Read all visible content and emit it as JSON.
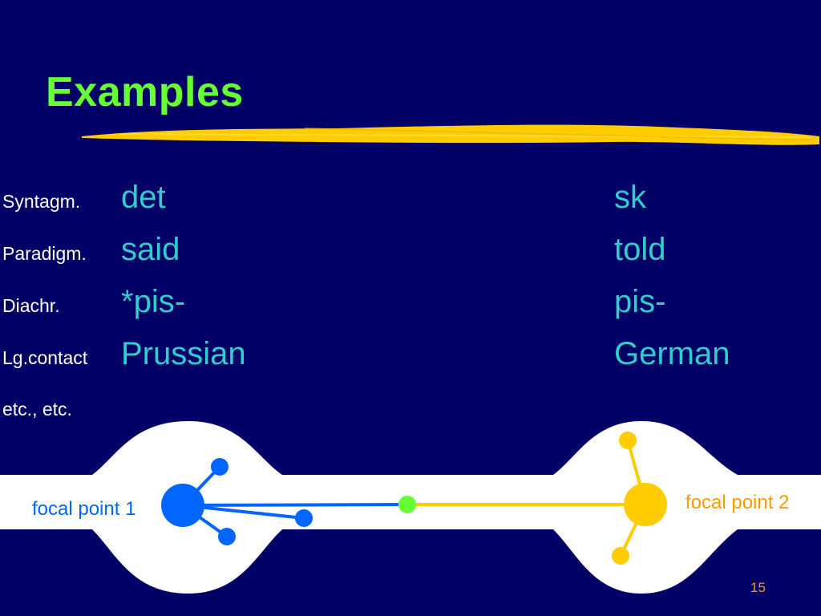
{
  "slide": {
    "title": "Examples",
    "rows": [
      {
        "label": "Syntagm.",
        "left": "det",
        "right": "sk"
      },
      {
        "label": "Paradigm.",
        "left": "said",
        "right": "told"
      },
      {
        "label": "Diachr.",
        "left": "*pis-",
        "right": "pis-"
      },
      {
        "label": "Lg.contact",
        "left": "Prussian",
        "right": "German"
      },
      {
        "label": "etc., etc."
      }
    ],
    "diagram": {
      "focal_point_1_label": "focal point 1",
      "focal_point_2_label": "focal point 2"
    },
    "page_number": "15"
  },
  "colors": {
    "background": "#000066",
    "title": "#66ff33",
    "underline": "#ffcc00",
    "terms": "#33cccc",
    "labels": "#ffffff",
    "focal_point_1": "#0066ff",
    "focal_point_2": "#ffcc00",
    "midpoint": "#66ff33",
    "page_number": "#ff9900"
  }
}
